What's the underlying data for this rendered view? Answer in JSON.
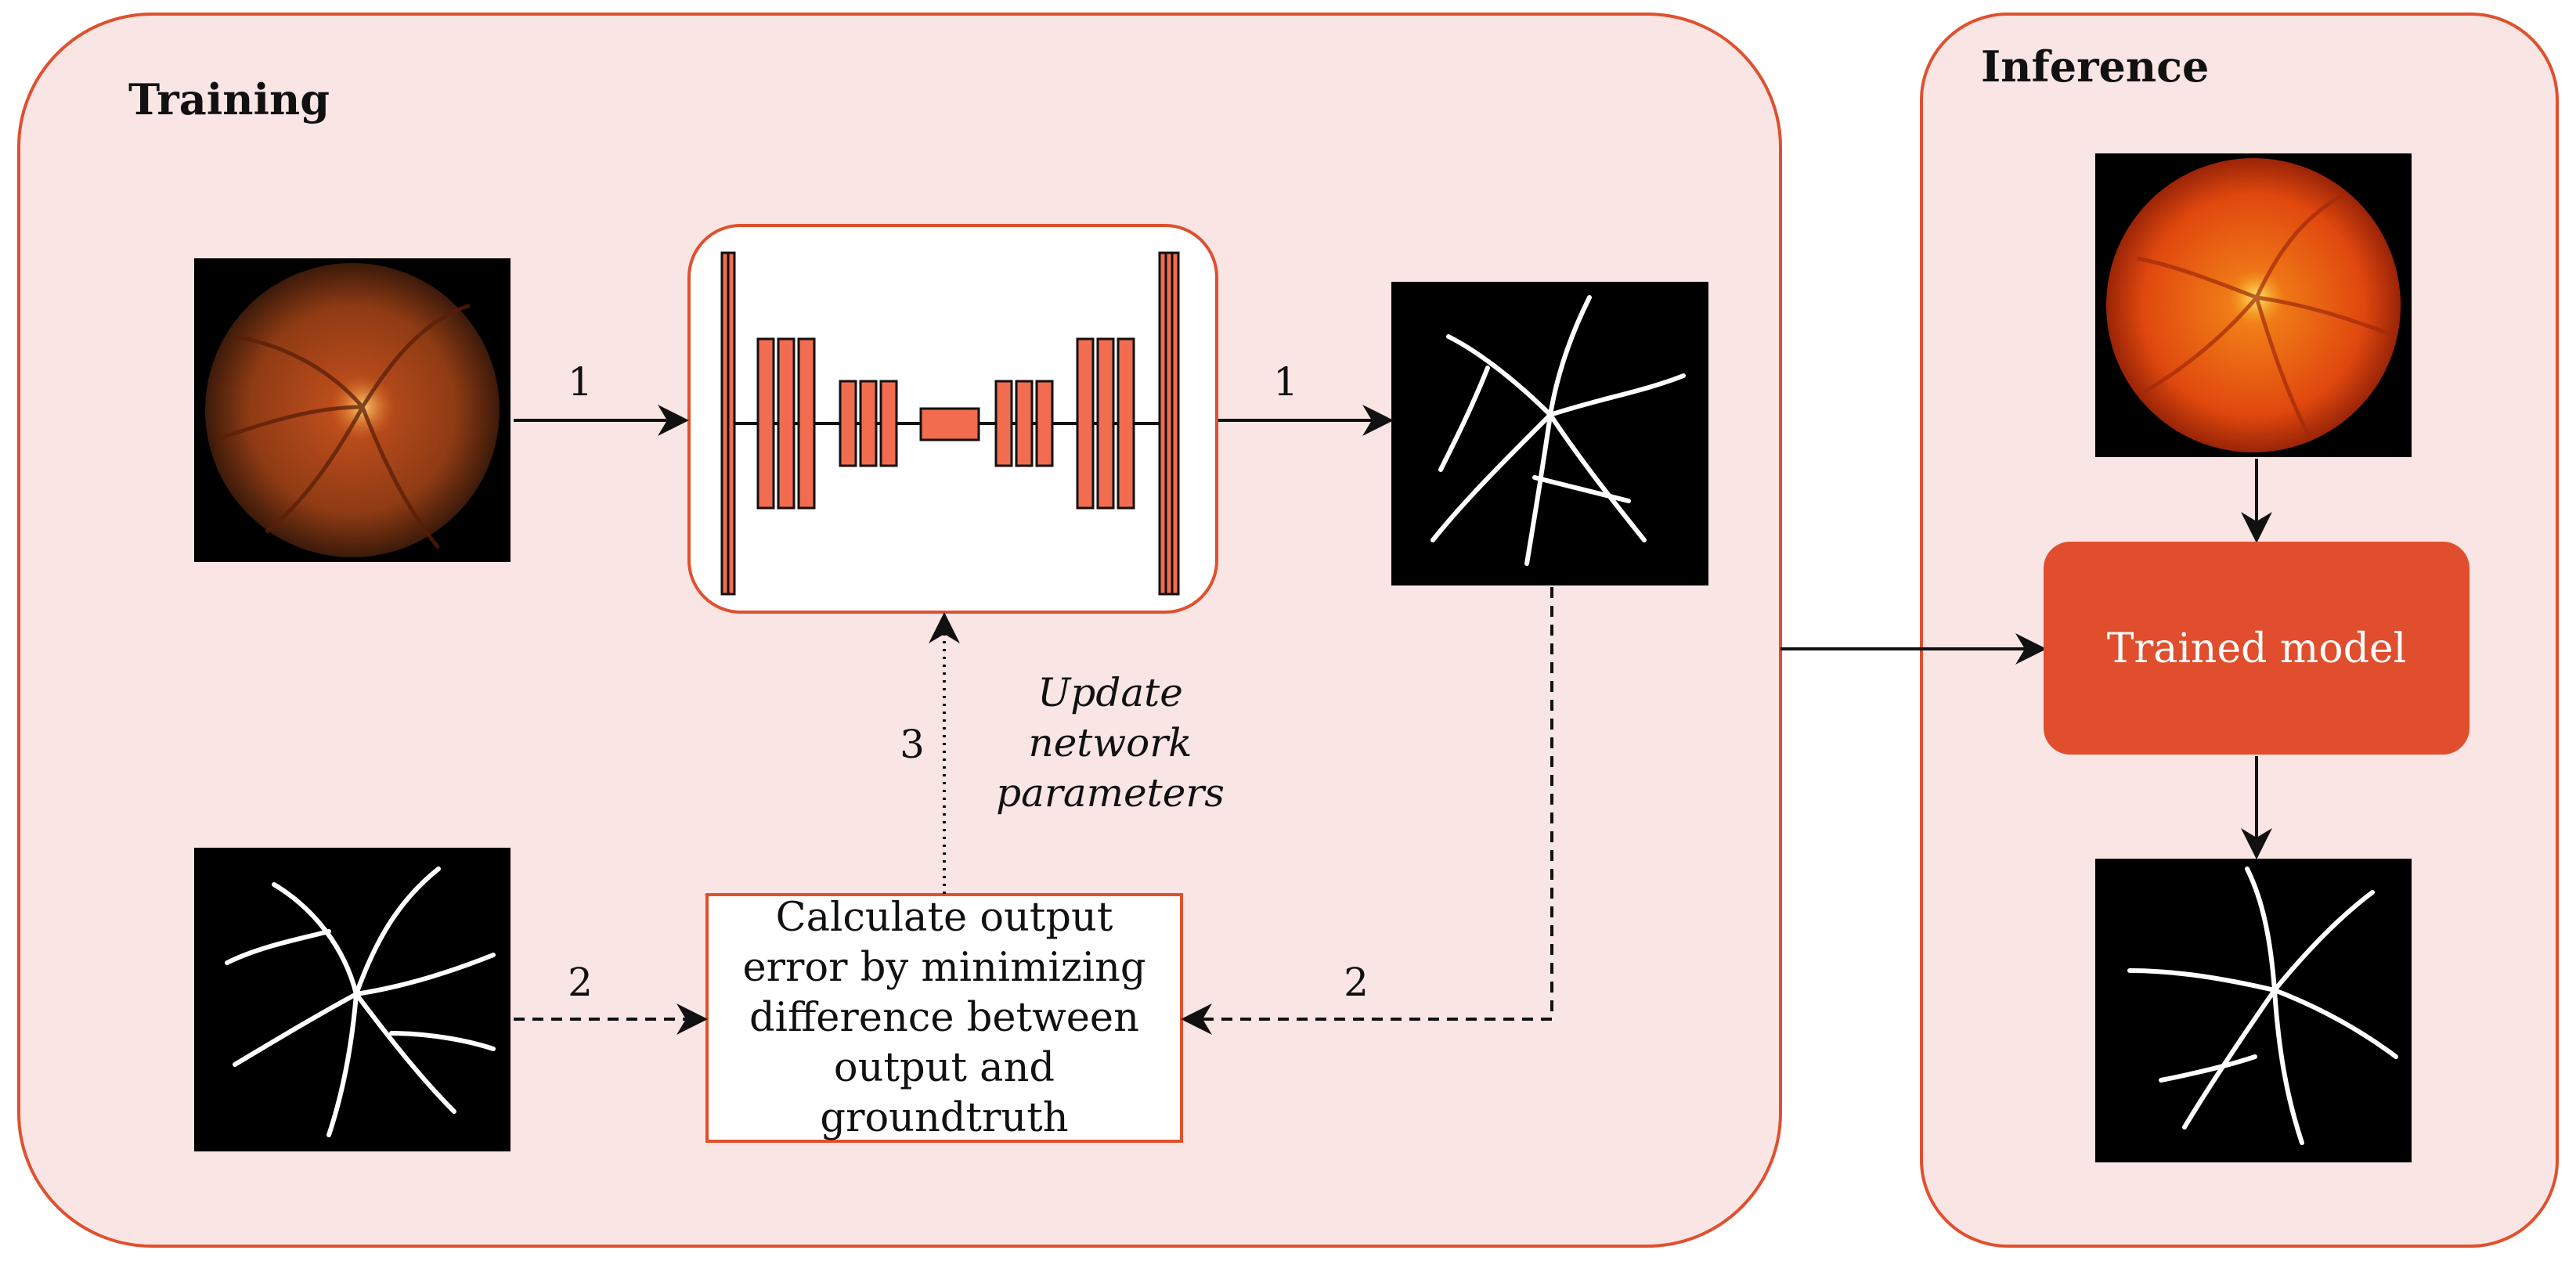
{
  "colors": {
    "panel_fill": "#f9e5e4",
    "panel_stroke": "#e0502e",
    "accent": "#e04e2e",
    "layer_fill": "#f26c4f",
    "text": "#111111"
  },
  "training": {
    "title": "Training",
    "arrow_labels": {
      "input_to_net": "1",
      "net_to_output": "1",
      "gt_to_error": "2",
      "output_to_error": "2",
      "error_to_net": "3"
    },
    "update_text": [
      "Update",
      "network",
      "parameters"
    ],
    "error_box_lines": [
      "Calculate output",
      "error by minimizing",
      "difference between",
      "output and",
      "groundtruth"
    ]
  },
  "inference": {
    "title": "Inference",
    "model_label": "Trained model"
  },
  "icons": {
    "fundus_training": "retinal-fundus-photo",
    "groundtruth": "vessel-segmentation-mask",
    "network": "unet-architecture",
    "prediction": "vessel-segmentation-mask",
    "fundus_inference": "retinal-fundus-photo",
    "inference_output": "vessel-segmentation-mask"
  }
}
